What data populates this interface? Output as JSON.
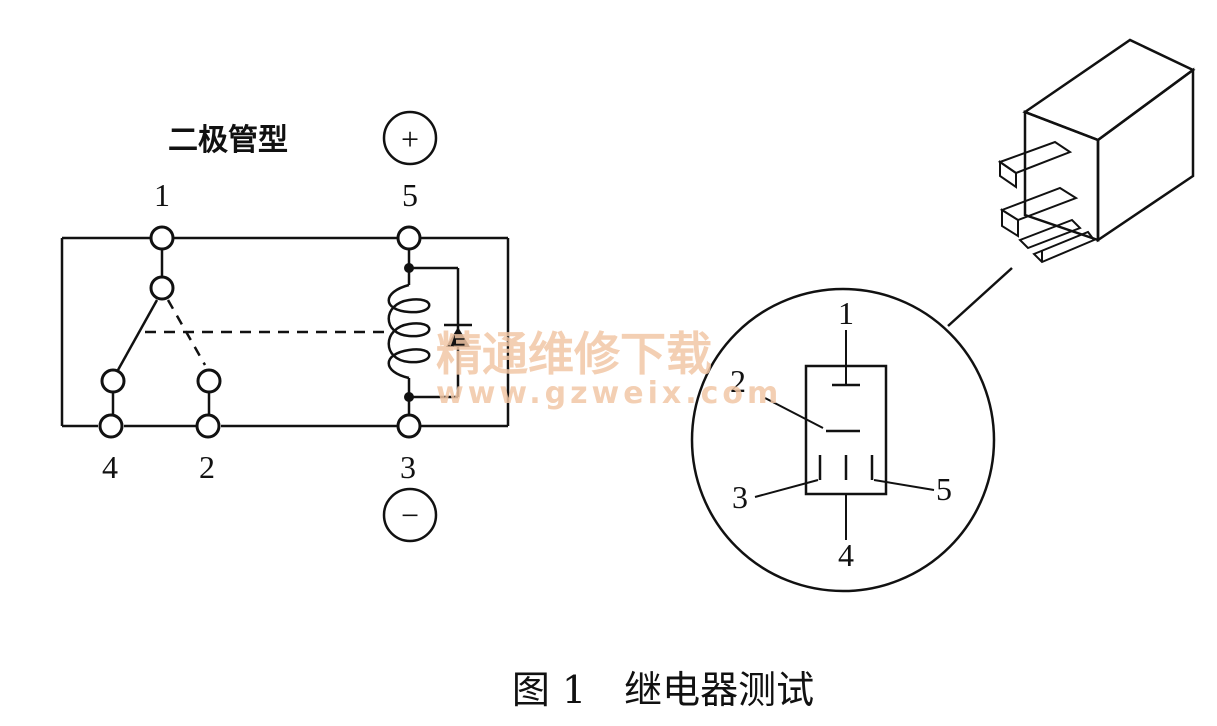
{
  "diagram": {
    "type_label": "二极管型",
    "polarity": {
      "positive": "+",
      "negative": "−"
    },
    "terminals": {
      "t1": "1",
      "t2": "2",
      "t3": "3",
      "t4": "4",
      "t5": "5"
    },
    "connector_pins": {
      "p1": "1",
      "p2": "2",
      "p3": "3",
      "p4": "4",
      "p5": "5"
    },
    "caption": "图 1　继电器测试"
  },
  "watermark": {
    "title": "精通维修下载",
    "url": "www.gzweix.com"
  },
  "colors": {
    "ink": "#111111",
    "watermark": "#f2c7a6",
    "background": "#ffffff"
  }
}
